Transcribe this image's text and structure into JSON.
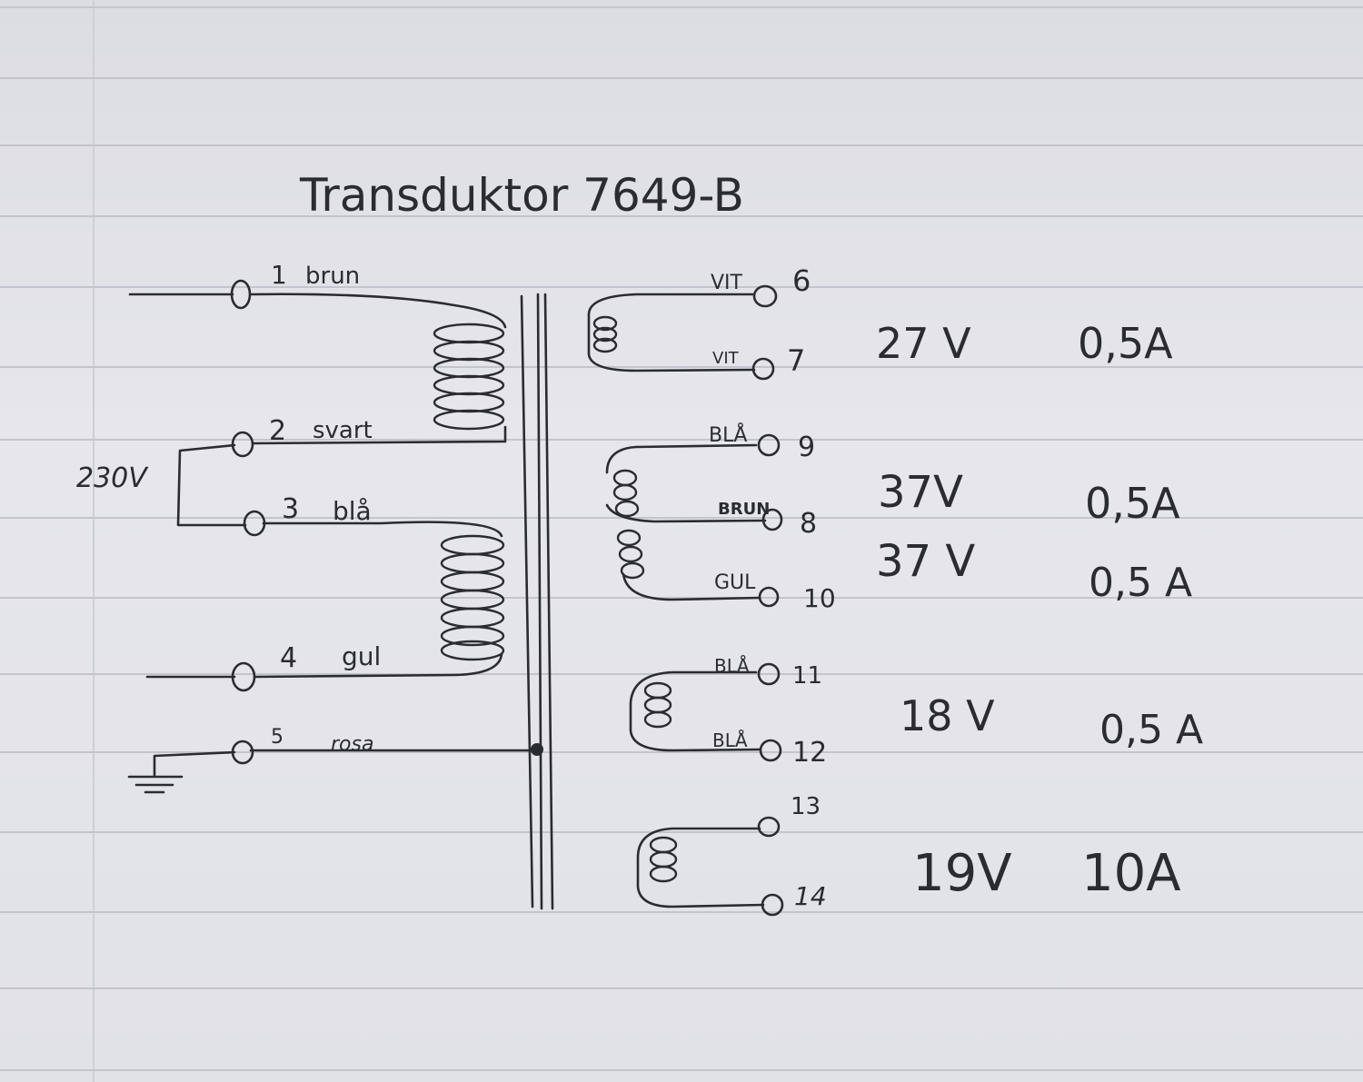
{
  "title": "Transduktor 7649-B",
  "primary": {
    "input_voltage": "230V",
    "terminals": [
      {
        "number": "1",
        "color": "brun"
      },
      {
        "number": "2",
        "color": "svart"
      },
      {
        "number": "3",
        "color": "blå"
      },
      {
        "number": "4",
        "color": "gul"
      },
      {
        "number": "5",
        "color": "rosa"
      }
    ]
  },
  "secondary": {
    "terminals": [
      {
        "number": "6",
        "color": "VIT"
      },
      {
        "number": "7",
        "color": "VIT"
      },
      {
        "number": "9",
        "color": "BLÅ"
      },
      {
        "number": "8",
        "color": "BRUN"
      },
      {
        "number": "10",
        "color": "GUL"
      },
      {
        "number": "11",
        "color": "BLÅ"
      },
      {
        "number": "12",
        "color": "BLÅ"
      },
      {
        "number": "13",
        "color": ""
      },
      {
        "number": "14",
        "color": ""
      }
    ],
    "ratings": [
      {
        "voltage": "27 V",
        "current": "0,5A"
      },
      {
        "voltage": "37V",
        "current": "0,5A"
      },
      {
        "voltage": "37 V",
        "current": "0,5 A"
      },
      {
        "voltage": "18 V",
        "current": "0,5 A"
      },
      {
        "voltage": "19V",
        "current": "10A"
      }
    ]
  }
}
